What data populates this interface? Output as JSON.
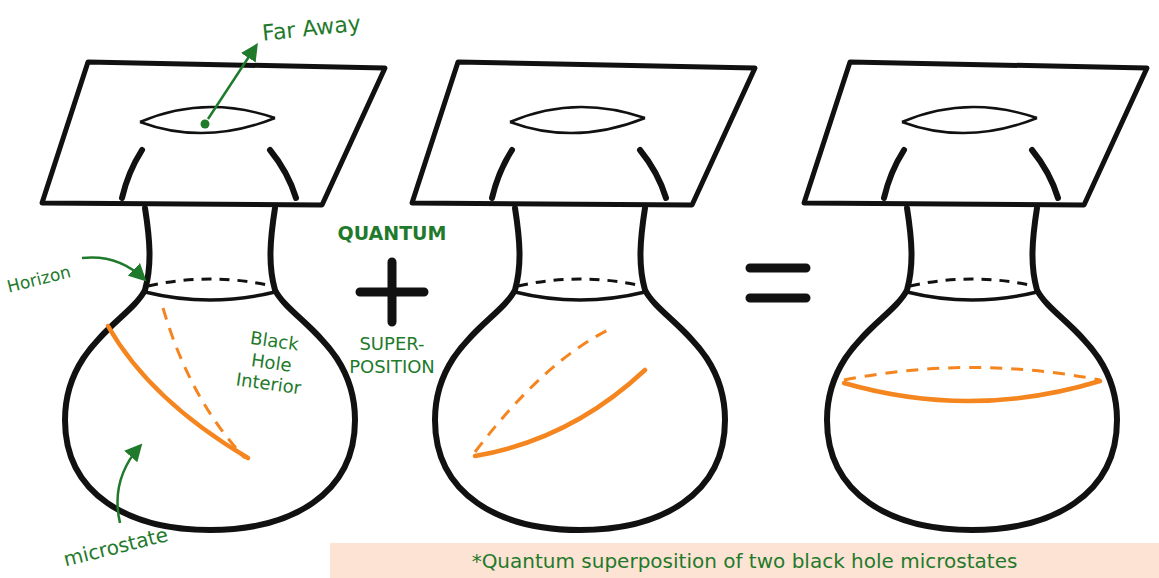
{
  "diagram": {
    "caption": "*Quantum superposition of two black hole microstates",
    "labels": [
      "Far Away",
      "Horizon",
      "Black Hole Interior",
      "microstate",
      "QUANTUM",
      "SUPER- POSITION"
    ]
  }
}
